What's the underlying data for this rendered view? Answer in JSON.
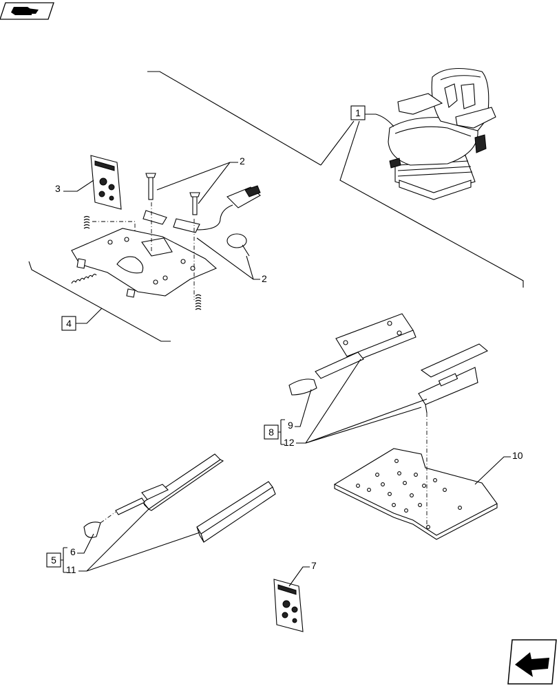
{
  "callouts": {
    "c1": "1",
    "c2a": "2",
    "c2b": "2",
    "c3": "3",
    "c4": "4",
    "c5": "5",
    "c6": "6",
    "c7": "7",
    "c8": "8",
    "c9": "9",
    "c10": "10",
    "c11": "11",
    "c12": "12"
  },
  "icons": {
    "top_left": "book-hand-icon",
    "bottom_right": "next-page-arrow-icon"
  }
}
